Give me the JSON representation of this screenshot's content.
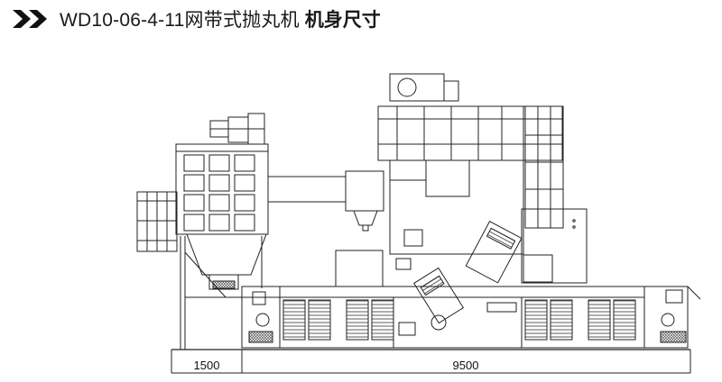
{
  "header": {
    "arrow_icon": "double-chevron-right-icon",
    "title_model": "WD10-06-4-11网带式抛丸机",
    "title_section": "机身尺寸"
  },
  "dimensions": {
    "left_length": "1500",
    "main_length": "9500"
  },
  "colors": {
    "line": "#222222",
    "hatch": "#333333",
    "background": "#ffffff"
  }
}
